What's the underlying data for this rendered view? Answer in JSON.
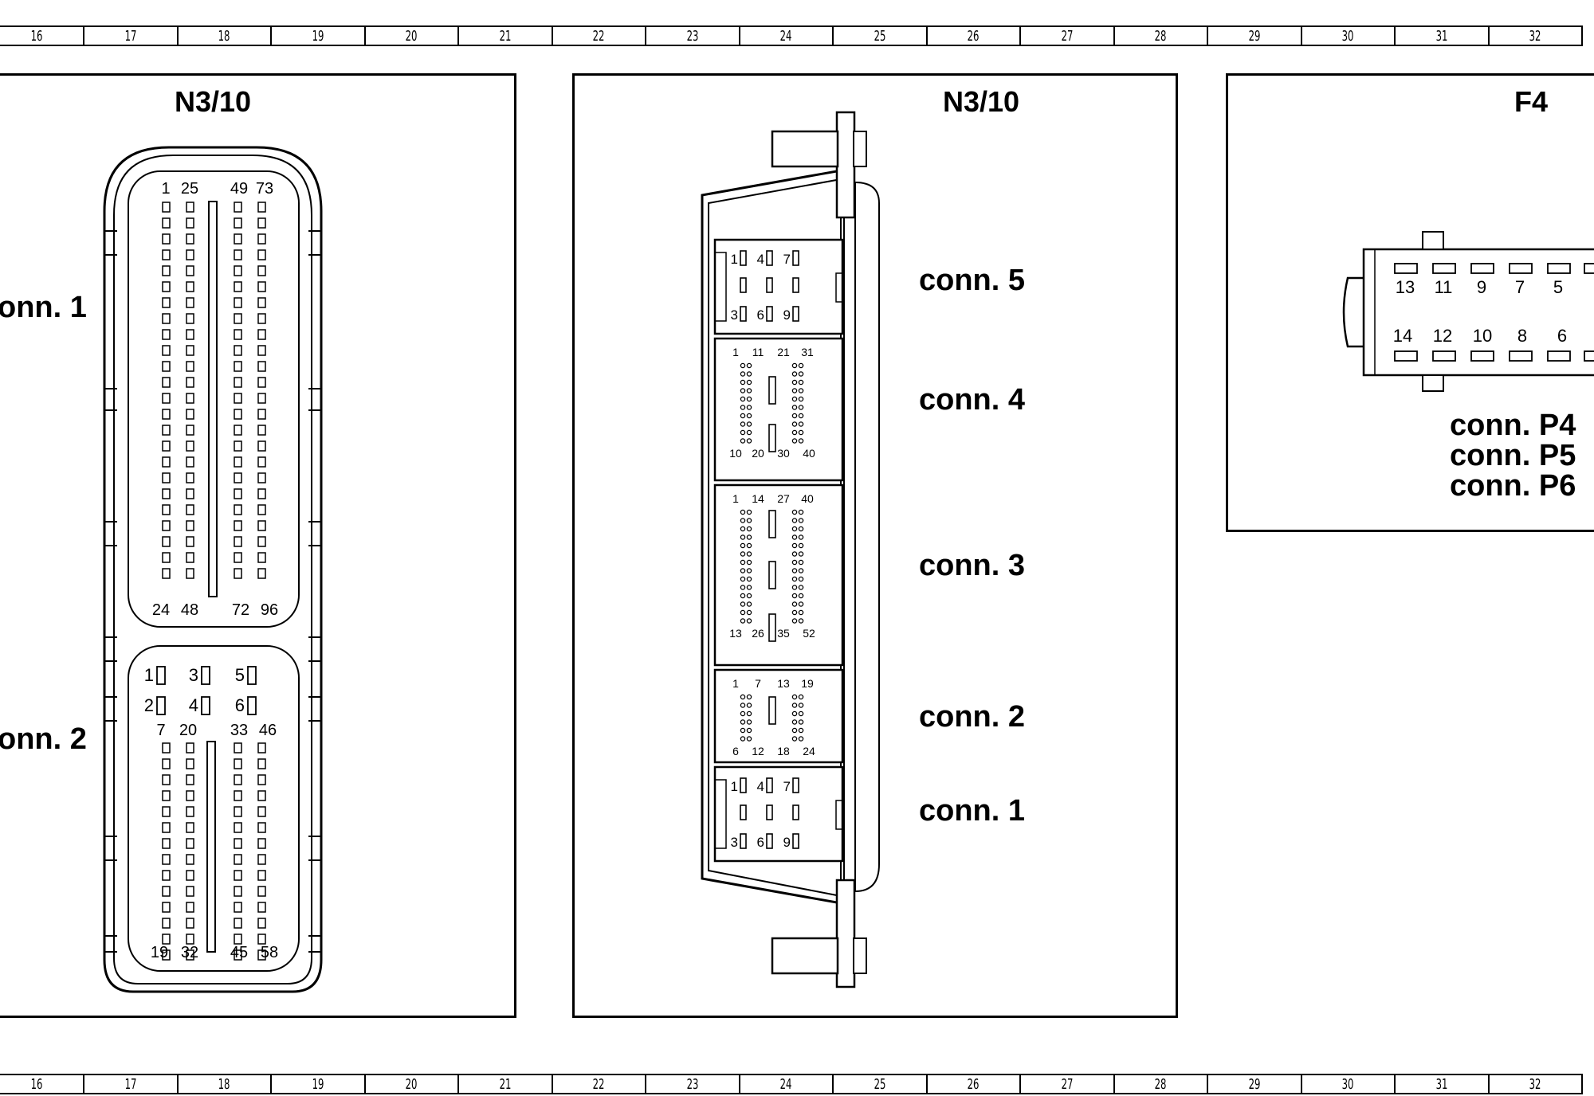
{
  "ruler": {
    "columns": [
      "16",
      "17",
      "18",
      "19",
      "20",
      "21",
      "22",
      "23",
      "24",
      "25",
      "26",
      "27",
      "28",
      "29",
      "30",
      "31",
      "32"
    ]
  },
  "panels": {
    "left": {
      "title": "N3/10",
      "conn1_label": "onn. 1",
      "conn2_label": "onn. 2",
      "conn1_top_pins": [
        "1",
        "25",
        "49",
        "73"
      ],
      "conn1_bottom_pins": [
        "24",
        "48",
        "72",
        "96"
      ],
      "conn2_small_pins": [
        "1",
        "3",
        "5",
        "2",
        "4",
        "6"
      ],
      "conn2_top_pins": [
        "7",
        "20",
        "33",
        "46"
      ],
      "conn2_bottom_pins": [
        "19",
        "32",
        "45",
        "58"
      ]
    },
    "middle": {
      "title": "N3/10",
      "conn_labels": [
        "conn. 5",
        "conn. 4",
        "conn. 3",
        "conn. 2",
        "conn. 1"
      ],
      "conn5_pins": [
        "1",
        "4",
        "7",
        "3",
        "6",
        "9"
      ],
      "conn4_top": [
        "1",
        "11",
        "21",
        "31"
      ],
      "conn4_bottom": [
        "10",
        "20",
        "30",
        "40"
      ],
      "conn3_top": [
        "1",
        "14",
        "27",
        "40"
      ],
      "conn3_bottom": [
        "13",
        "26",
        "35",
        "52"
      ],
      "conn2_top": [
        "1",
        "7",
        "13",
        "19"
      ],
      "conn2_bottom": [
        "6",
        "12",
        "18",
        "24"
      ],
      "conn1_pins": [
        "1",
        "4",
        "7",
        "3",
        "6",
        "9"
      ]
    },
    "right": {
      "title": "F4",
      "top_pins": [
        "13",
        "11",
        "9",
        "7",
        "5"
      ],
      "bottom_pins": [
        "14",
        "12",
        "10",
        "8",
        "6"
      ],
      "conn_labels": [
        "conn. P4",
        "conn. P5",
        "conn. P6"
      ]
    }
  }
}
